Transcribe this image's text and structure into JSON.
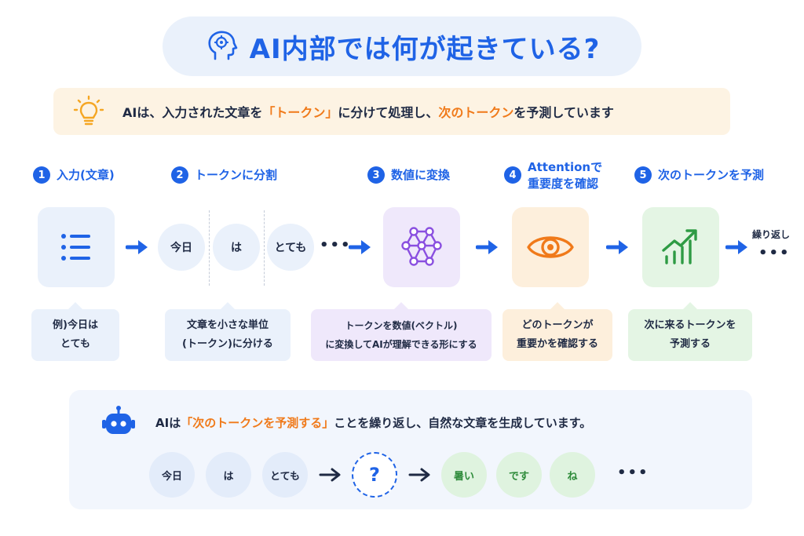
{
  "title": "AI内部では何が起きている?",
  "intro": {
    "part1": "AIは、入力された文章を",
    "highlight1": "「トークン」",
    "part2": "に分けて処理し、",
    "highlight2": "次のトークン",
    "part3": "を予測しています"
  },
  "steps": [
    {
      "num": "1",
      "label": "入力(文章)"
    },
    {
      "num": "2",
      "label": "トークンに分割"
    },
    {
      "num": "3",
      "label": "数値に変換"
    },
    {
      "num": "4",
      "label_line1": "Attentionで",
      "label_line2": "重要度を確認"
    },
    {
      "num": "5",
      "label": "次のトークンを予測"
    }
  ],
  "tokens": [
    "今日",
    "は",
    "とても"
  ],
  "ellipsis": "•••",
  "repeat_label": "繰り返し",
  "callouts": [
    {
      "line1": "例)今日は",
      "line2": "とても"
    },
    {
      "line1": "文章を小さな単位",
      "line2": "(トークン)に分ける"
    },
    {
      "line1": "トークンを数値(ベクトル)",
      "line2": "に変換してAIが理解できる形にする"
    },
    {
      "line1": "どのトークンが",
      "line2": "重要かを確認する"
    },
    {
      "line1": "次に来るトークンを",
      "line2": "予測する"
    }
  ],
  "bottom": {
    "part1": "AIは",
    "highlight": "「次のトークンを予測する」",
    "part2": "ことを繰り返し、自然な文章を生成しています。",
    "input_tokens": [
      "今日",
      "は",
      "とても"
    ],
    "question": "?",
    "output_tokens": [
      "暑い",
      "です",
      "ね"
    ],
    "ellipsis": "•••"
  },
  "colors": {
    "accent": "#1f63e6",
    "highlight": "#f07a1a",
    "step1_bg": "#eaf1fb",
    "step3_bg": "#efe8fb",
    "step4_bg": "#fdefdc",
    "step5_bg": "#e4f5e4"
  },
  "icons": [
    "head-brain-icon",
    "lightbulb-icon",
    "list-icon",
    "network-icon",
    "eye-icon",
    "growth-chart-icon",
    "robot-icon"
  ]
}
